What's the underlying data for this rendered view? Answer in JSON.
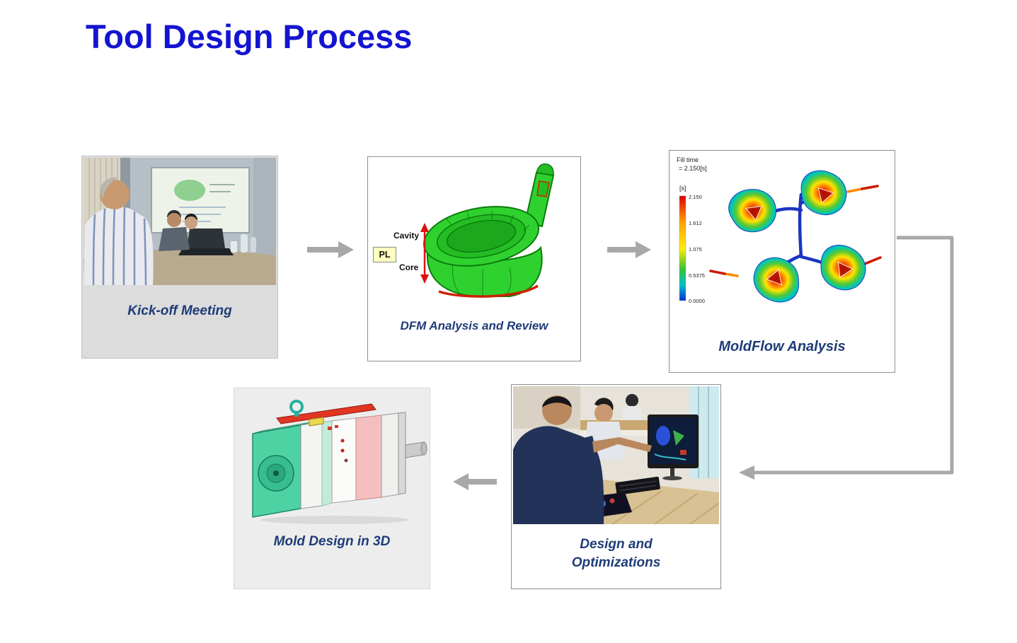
{
  "title": "Tool Design Process",
  "colors": {
    "title": "#1414d2",
    "caption": "#1f3c78",
    "arrow": "#a8a8a8"
  },
  "steps": [
    {
      "id": "kickoff-meeting",
      "label": "Kick-off Meeting"
    },
    {
      "id": "dfm-analysis",
      "label": "DFM Analysis and Review",
      "annotations": {
        "pl": "PL",
        "cavity": "Cavity",
        "core": "Core"
      }
    },
    {
      "id": "moldflow-analysis",
      "label": "MoldFlow Analysis",
      "legend": {
        "title": "Fill time",
        "value": "= 2.150[s]",
        "unit": "[s]",
        "ticks": [
          "2.150",
          "1.612",
          "1.075",
          "0.5375",
          "0.0000"
        ]
      }
    },
    {
      "id": "design-optimizations",
      "label": "Design and Optimizations",
      "label_lines": [
        "Design and",
        "Optimizations"
      ]
    },
    {
      "id": "mold-design-3d",
      "label": "Mold Design in 3D"
    }
  ]
}
